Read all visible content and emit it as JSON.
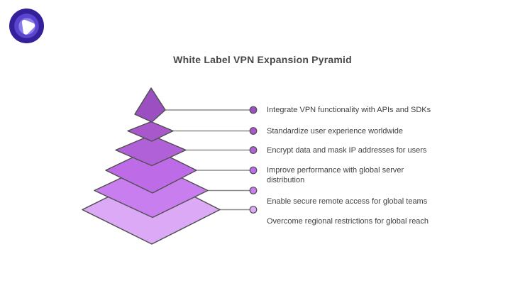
{
  "logo": {
    "name": "purevpn-logo",
    "outer_color": "#34209B",
    "ring_color": "#5A45CF",
    "inner_ring_color": "#8B7CEC",
    "core_color": "#FFFFFF"
  },
  "title": "White Label VPN Expansion Pyramid",
  "pyramid": {
    "stroke_color": "#4F4F4F",
    "connector_color": "#8C8C8C",
    "layers": [
      {
        "label": "Integrate VPN functionality with APIs and SDKs",
        "color": "#9C4FC1"
      },
      {
        "label": "Standardize user experience worldwide",
        "color": "#A958CC"
      },
      {
        "label": "Encrypt data and mask IP addresses for users",
        "color": "#B161D8"
      },
      {
        "label": "Improve performance with global server\ndistribution",
        "color": "#BE6BE7"
      },
      {
        "label": "Enable secure remote access for global teams",
        "color": "#C97EEF"
      },
      {
        "label": "Overcome regional restrictions for global reach",
        "color": "#DCA9F6"
      }
    ]
  }
}
